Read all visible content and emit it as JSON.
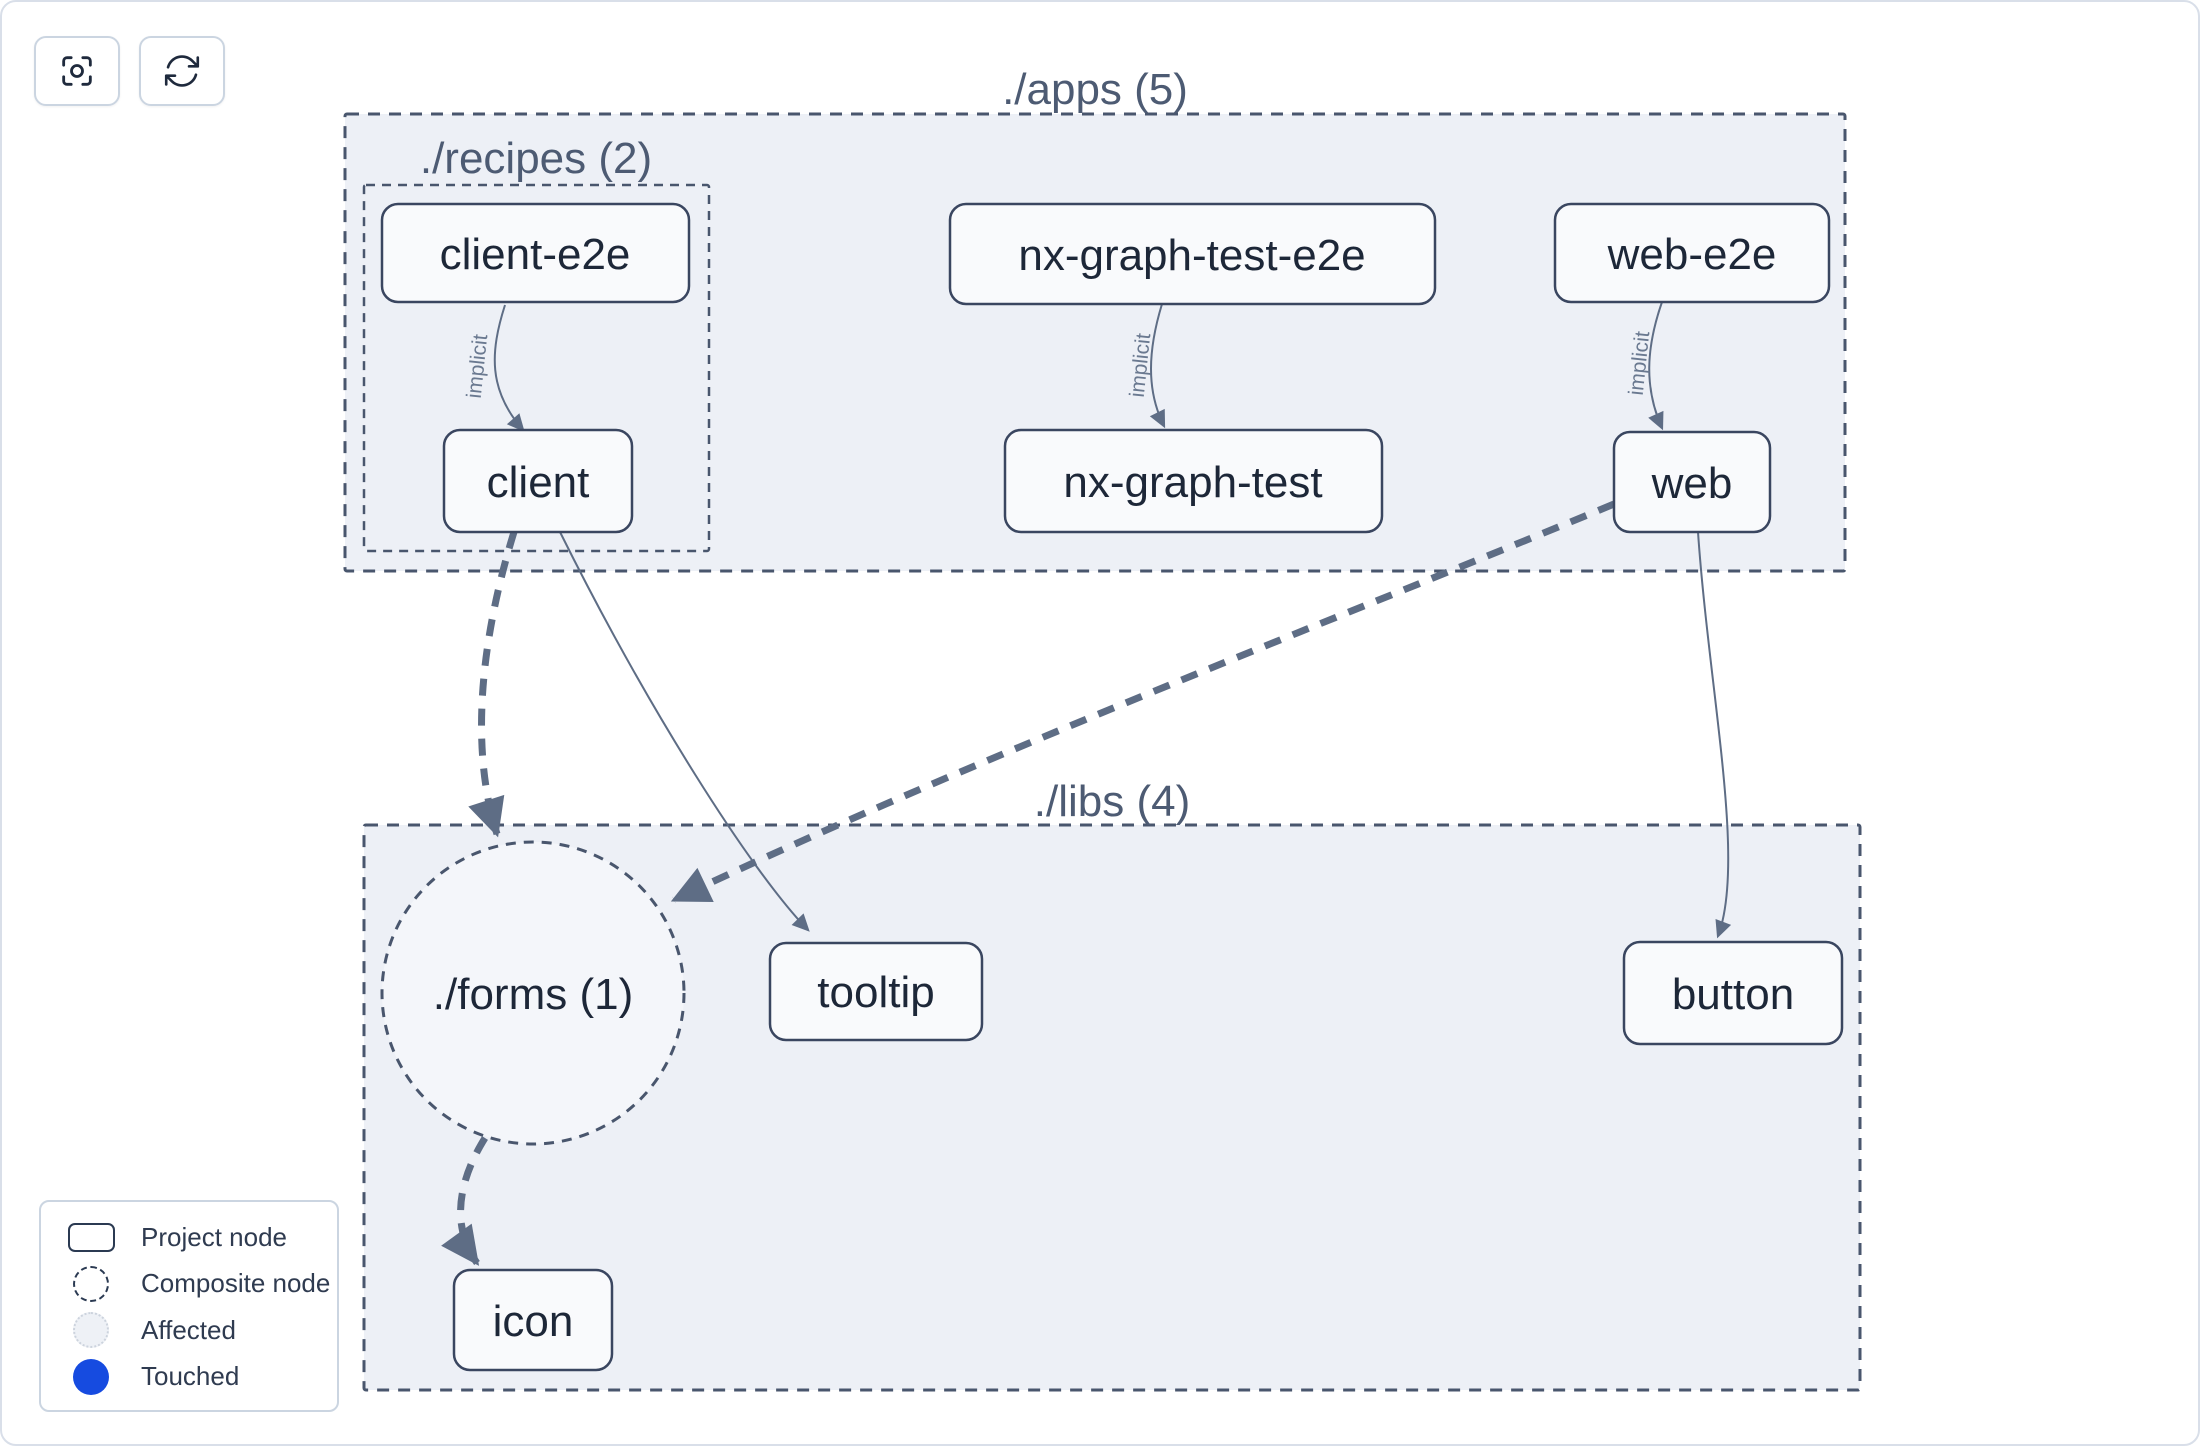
{
  "colors": {
    "canvas_background": "#ffffff",
    "canvas_border": "#d9dfe9",
    "container_fill": "#edf0f6",
    "composite_fill": "#f4f6fa",
    "container_stroke": "#49566d",
    "node_fill": "#f9fafc",
    "node_stroke": "#3a4660",
    "node_text": "#1d2738",
    "container_title": "#4d5b73",
    "edge": "#5e6d85",
    "edge_label": "#6a7990",
    "legend_text": "#2f3b50",
    "legend_border": "#cbd5e1",
    "button_border": "#cbd5e1",
    "icon_color": "#1f2a3d",
    "touched": "#164be0",
    "affected_fill": "#eef1f6",
    "affected_stroke": "#ccd3dd"
  },
  "toolbar": {
    "buttons": [
      {
        "icon": "focus-icon",
        "purpose": "center graph"
      },
      {
        "icon": "refresh-icon",
        "purpose": "refresh graph"
      }
    ]
  },
  "graph": {
    "containers": {
      "apps": {
        "label": "./apps (5)"
      },
      "recipes": {
        "label": "./recipes (2)"
      },
      "libs": {
        "label": "./libs (4)"
      },
      "forms": {
        "label": "./forms (1)",
        "type": "composite"
      }
    },
    "nodes": {
      "client_e2e": {
        "label": "client-e2e"
      },
      "client": {
        "label": "client"
      },
      "nx_graph_test_e2e": {
        "label": "nx-graph-test-e2e"
      },
      "nx_graph_test": {
        "label": "nx-graph-test"
      },
      "web_e2e": {
        "label": "web-e2e"
      },
      "web": {
        "label": "web"
      },
      "tooltip": {
        "label": "tooltip"
      },
      "button": {
        "label": "button"
      },
      "icon": {
        "label": "icon"
      }
    },
    "edges": [
      {
        "from": "client-e2e",
        "to": "client",
        "type": "implicit",
        "label": "implicit"
      },
      {
        "from": "nx-graph-test-e2e",
        "to": "nx-graph-test",
        "type": "implicit",
        "label": "implicit"
      },
      {
        "from": "web-e2e",
        "to": "web",
        "type": "implicit",
        "label": "implicit"
      },
      {
        "from": "client",
        "to": "./forms",
        "type": "collapsed-thick-dashed",
        "label": ""
      },
      {
        "from": "client",
        "to": "tooltip",
        "type": "static",
        "label": ""
      },
      {
        "from": "web",
        "to": "./forms",
        "type": "collapsed-thick-dashed",
        "label": ""
      },
      {
        "from": "web",
        "to": "button",
        "type": "static",
        "label": ""
      },
      {
        "from": "./forms",
        "to": "icon",
        "type": "collapsed-thick-dashed",
        "label": ""
      }
    ]
  },
  "legend": {
    "items": [
      {
        "swatch": "project-node-swatch",
        "label": "Project node"
      },
      {
        "swatch": "composite-node-swatch",
        "label": "Composite node"
      },
      {
        "swatch": "affected-swatch",
        "label": "Affected"
      },
      {
        "swatch": "touched-swatch",
        "label": "Touched"
      }
    ]
  }
}
